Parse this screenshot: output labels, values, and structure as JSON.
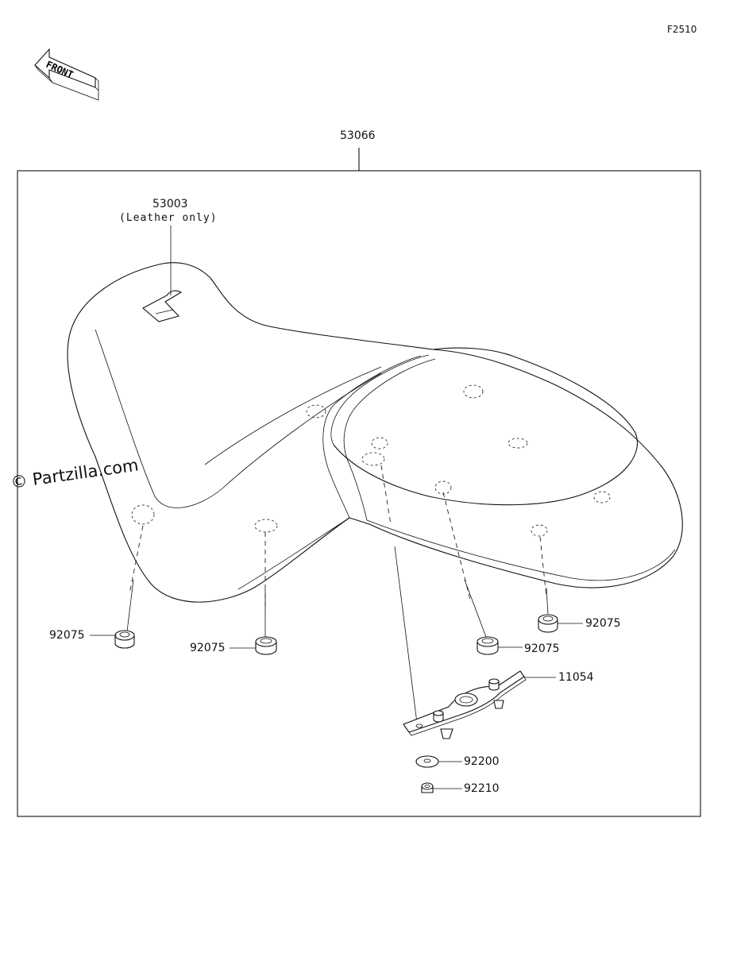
{
  "figure_code": "F2510",
  "front_arrow_label": "FRONT",
  "watermark": "© Partzilla.com",
  "assembly": {
    "number": "53066"
  },
  "parts": [
    {
      "key": "trim",
      "number": "53003",
      "note": "(Leather only)"
    },
    {
      "key": "damper_front_left",
      "number": "92075"
    },
    {
      "key": "damper_front_center",
      "number": "92075"
    },
    {
      "key": "damper_rear_center",
      "number": "92075"
    },
    {
      "key": "damper_rear_right",
      "number": "92075"
    },
    {
      "key": "bracket",
      "number": "11054"
    },
    {
      "key": "washer",
      "number": "92200"
    },
    {
      "key": "nut",
      "number": "92210"
    }
  ]
}
